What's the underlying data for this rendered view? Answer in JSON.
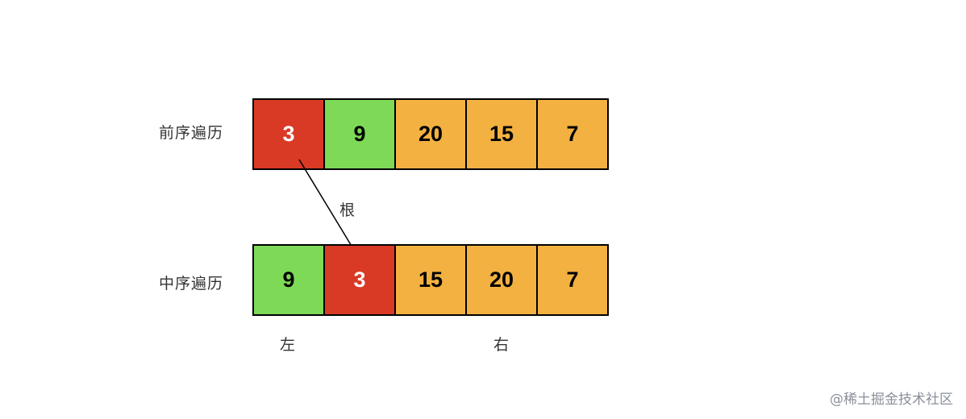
{
  "diagram": {
    "preorder": {
      "label": "前序遍历",
      "cells": [
        {
          "value": "3",
          "color": "#d93a26",
          "role": "root"
        },
        {
          "value": "9",
          "color": "#7ed957",
          "role": "left"
        },
        {
          "value": "20",
          "color": "#f2b141",
          "role": "right"
        },
        {
          "value": "15",
          "color": "#f2b141",
          "role": "right"
        },
        {
          "value": "7",
          "color": "#f2b141",
          "role": "right"
        }
      ]
    },
    "inorder": {
      "label": "中序遍历",
      "cells": [
        {
          "value": "9",
          "color": "#7ed957",
          "role": "left"
        },
        {
          "value": "3",
          "color": "#d93a26",
          "role": "root"
        },
        {
          "value": "15",
          "color": "#f2b141",
          "role": "right"
        },
        {
          "value": "20",
          "color": "#f2b141",
          "role": "right"
        },
        {
          "value": "7",
          "color": "#f2b141",
          "role": "right"
        }
      ]
    },
    "root_label": "根",
    "left_label": "左",
    "right_label": "右"
  },
  "watermark": "@稀土掘金技术社区"
}
